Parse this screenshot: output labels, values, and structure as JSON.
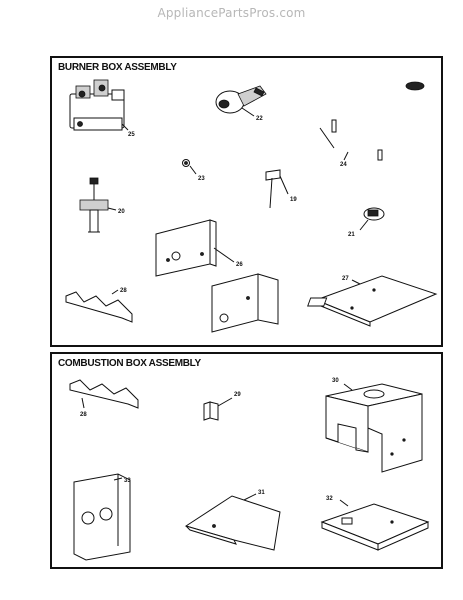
{
  "watermark": "AppliancePartsPros.com",
  "burner_box": {
    "title": "BURNER BOX ASSEMBLY",
    "parts": {
      "gas_valve": "25",
      "inducer_motor": "22",
      "manifold": "24",
      "small_fitting": "23",
      "flame_sensor": "19",
      "igniter": "20",
      "rollout_switch": "21",
      "burner_box_side": "26",
      "burner_box_bottom": "27",
      "burner_bracket": "28"
    }
  },
  "combustion_box": {
    "title": "COMBUSTION BOX ASSEMBLY",
    "parts": {
      "burner_bracket": "28",
      "small_bracket": "29",
      "combustion_box": "30",
      "front_panel": "33",
      "baffle": "31",
      "base_pan": "32"
    }
  }
}
